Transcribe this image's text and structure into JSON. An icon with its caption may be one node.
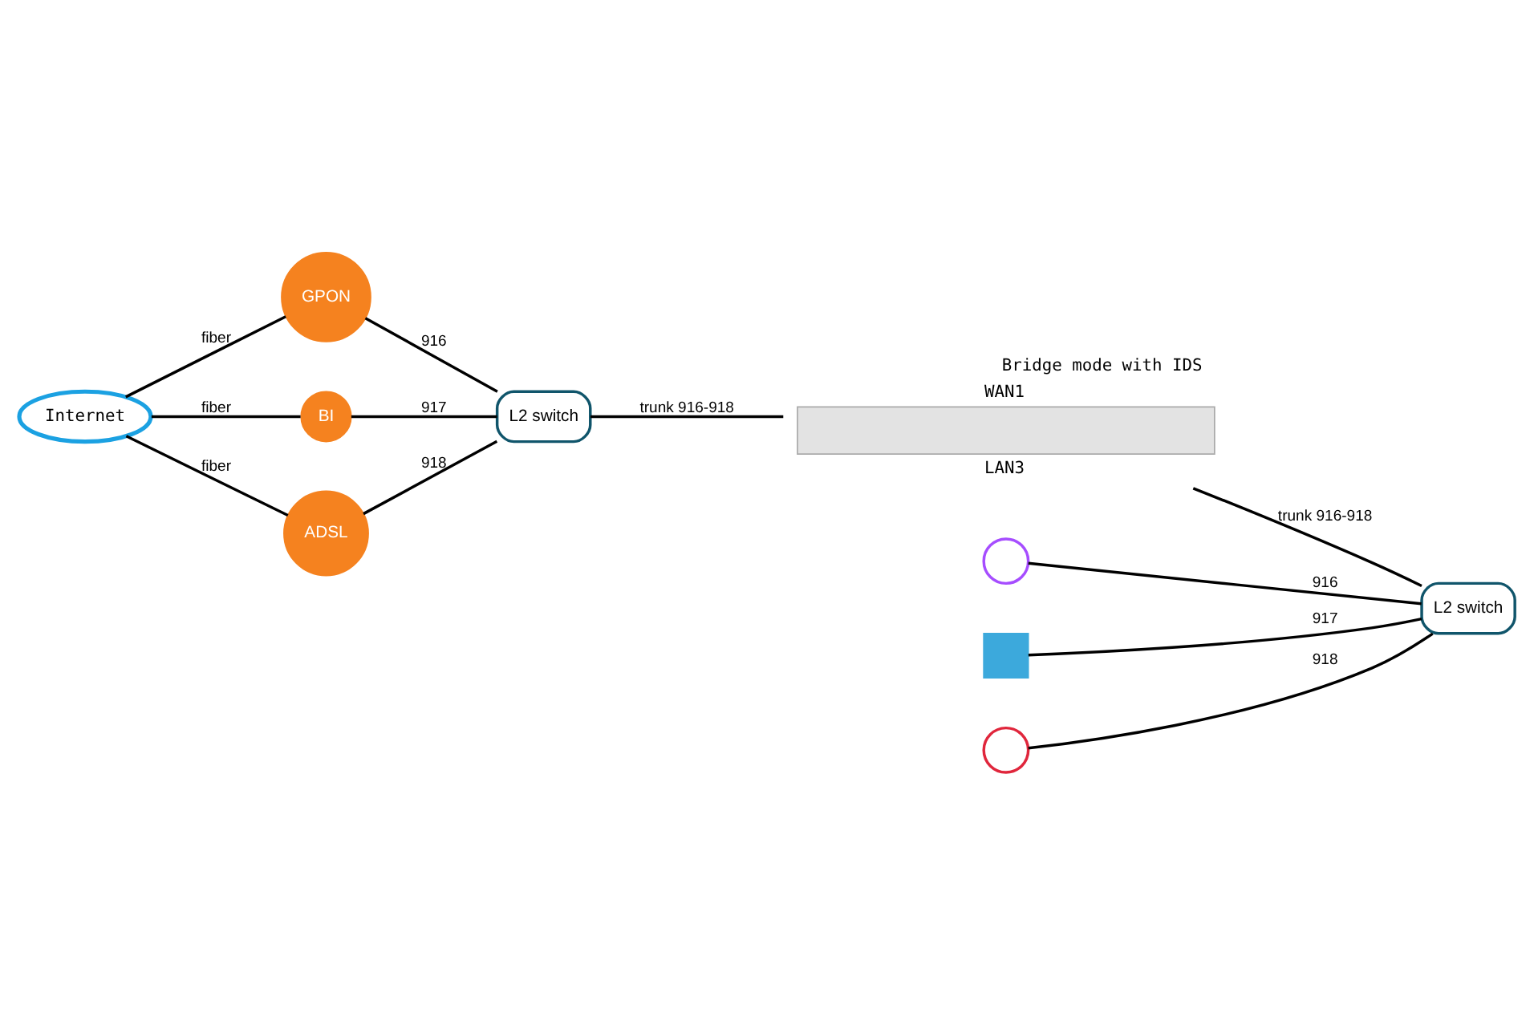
{
  "diagram": {
    "nodes": [
      {
        "text": [
          "Internet"
        ]
      },
      {
        "text": [
          "GPON"
        ]
      },
      {
        "text": [
          "BI"
        ]
      },
      {
        "text": [
          "ADSL"
        ]
      },
      {
        "text": [
          "L2 switch"
        ]
      },
      {
        "text": [],
        "shape": "box",
        "beside": [
          "Bridge mode with IDS",
          "WAN1",
          "LAN3"
        ]
      },
      {
        "text": [
          "L2 switch"
        ]
      },
      {
        "text": [],
        "shape": "circle"
      },
      {
        "text": [],
        "shape": "box"
      },
      {
        "text": [],
        "shape": "circle"
      }
    ],
    "edges": [
      {
        "from": 0,
        "to": 1,
        "arrow": "none",
        "label": "fiber"
      },
      {
        "from": 0,
        "to": 2,
        "arrow": "none",
        "label": "fiber"
      },
      {
        "from": 0,
        "to": 3,
        "arrow": "none",
        "label": "fiber"
      },
      {
        "from": 1,
        "to": 4,
        "arrow": "none",
        "label": "916"
      },
      {
        "from": 2,
        "to": 4,
        "arrow": "none",
        "label": "917"
      },
      {
        "from": 3,
        "to": 4,
        "arrow": "none",
        "label": "918"
      },
      {
        "from": 4,
        "to": 5,
        "arrow": "none",
        "label": "trunk 916-918"
      },
      {
        "from": 5,
        "to": 6,
        "arrow": "none",
        "label": "trunk 916-918"
      },
      {
        "from": 7,
        "to": 6,
        "arrow": "none",
        "label": "916"
      },
      {
        "from": 8,
        "to": 6,
        "arrow": "none",
        "label": "917"
      },
      {
        "from": 9,
        "to": 6,
        "arrow": "none",
        "label": "918"
      }
    ]
  }
}
